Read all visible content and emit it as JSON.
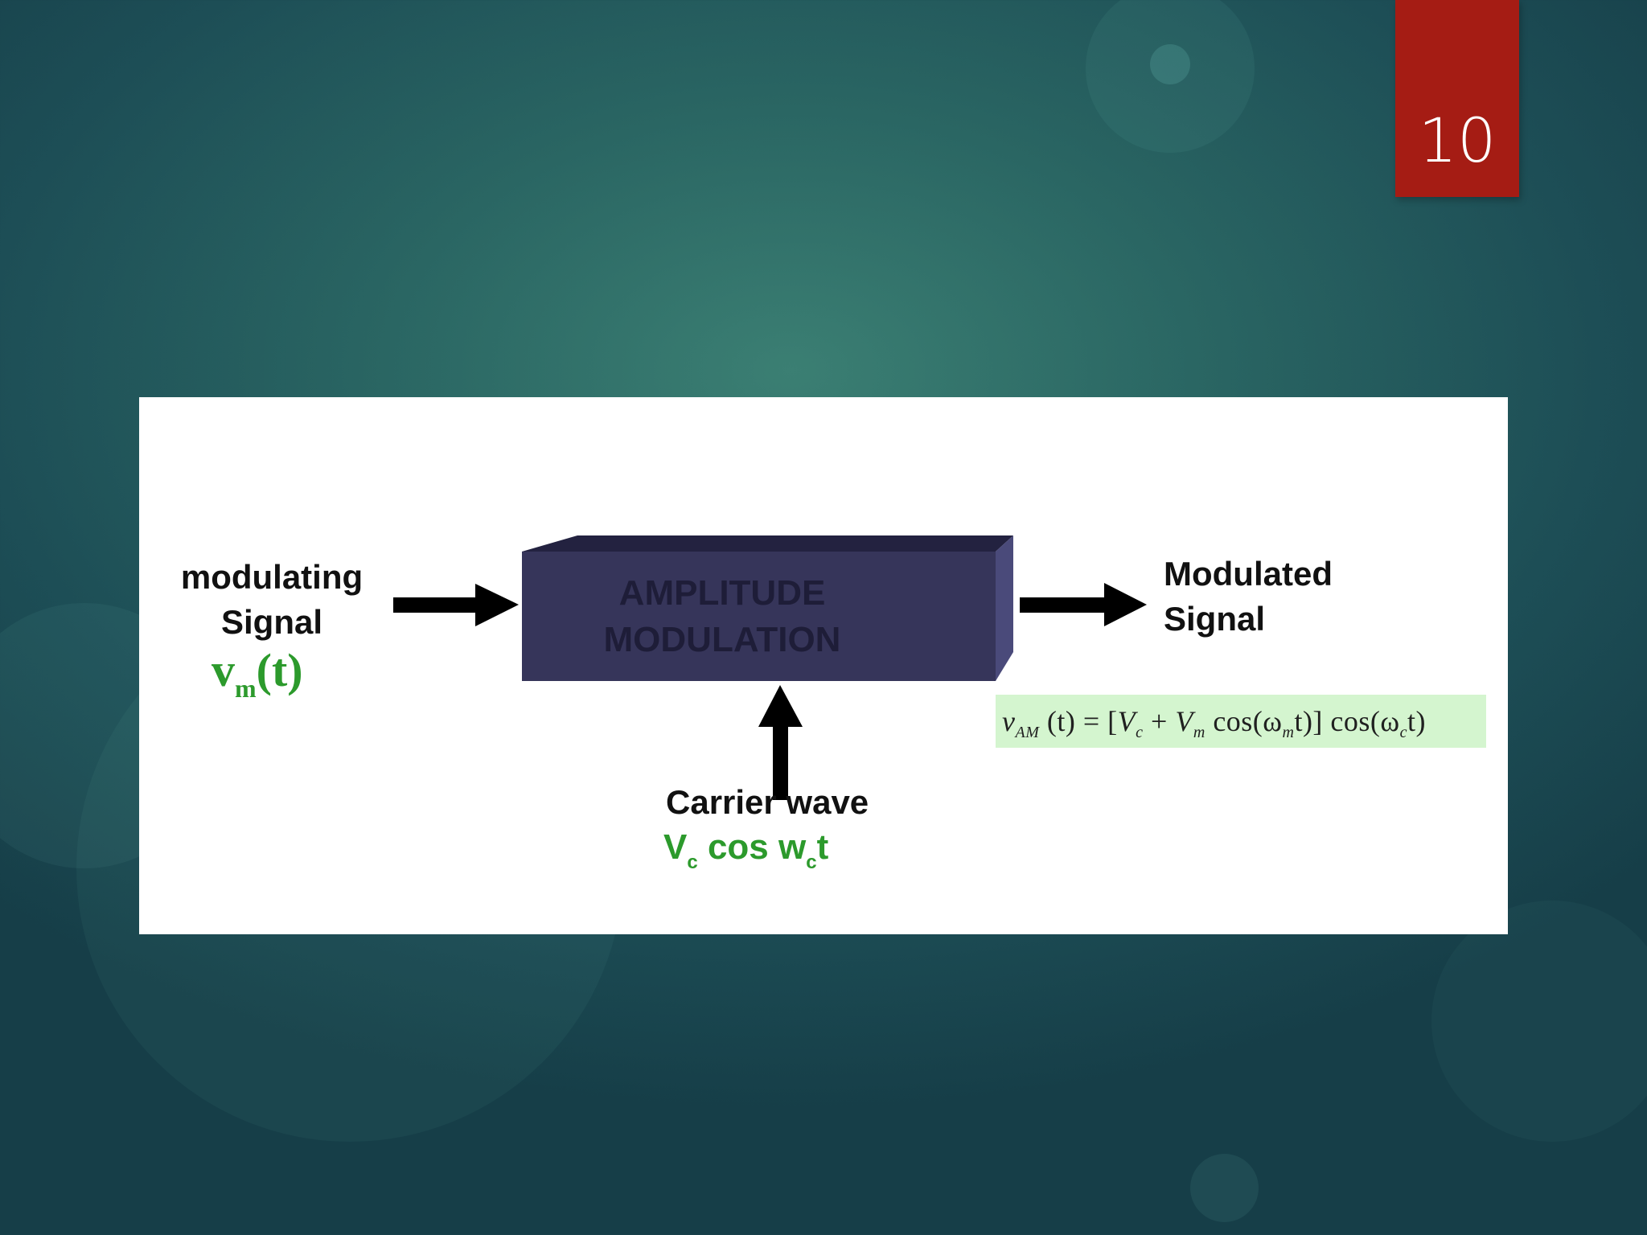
{
  "slide": {
    "number": "10"
  },
  "diagram": {
    "block_line1": "AMPLITUDE",
    "block_line2": "MODULATION",
    "input": {
      "line1": "modulating",
      "line2": "Signal",
      "formula_main": "v",
      "formula_sub": "m",
      "formula_rest": "(t)"
    },
    "output": {
      "line1": "Modulated",
      "line2": "Signal"
    },
    "carrier": {
      "label": "Carrier wave",
      "f1": "V",
      "f1_sub": "c",
      "f2": " cos w",
      "f2_sub": "c",
      "f3": "t"
    },
    "am_equation": {
      "v": "v",
      "v_sub": "AM",
      "p1": " (t) = [",
      "vc": "V",
      "vc_sub": "c",
      "p2": " + ",
      "vm": "V",
      "vm_sub": "m",
      "p3": " cos(ω",
      "w1_sub": "m",
      "p4": "t)] cos(ω",
      "w2_sub": "c",
      "p5": "t)"
    },
    "colors": {
      "block_front": "#36355a",
      "block_top": "#232240",
      "block_side": "#4a4a7a",
      "formula_green": "#2c9a2c",
      "equation_bg": "#d4f5cf"
    }
  }
}
